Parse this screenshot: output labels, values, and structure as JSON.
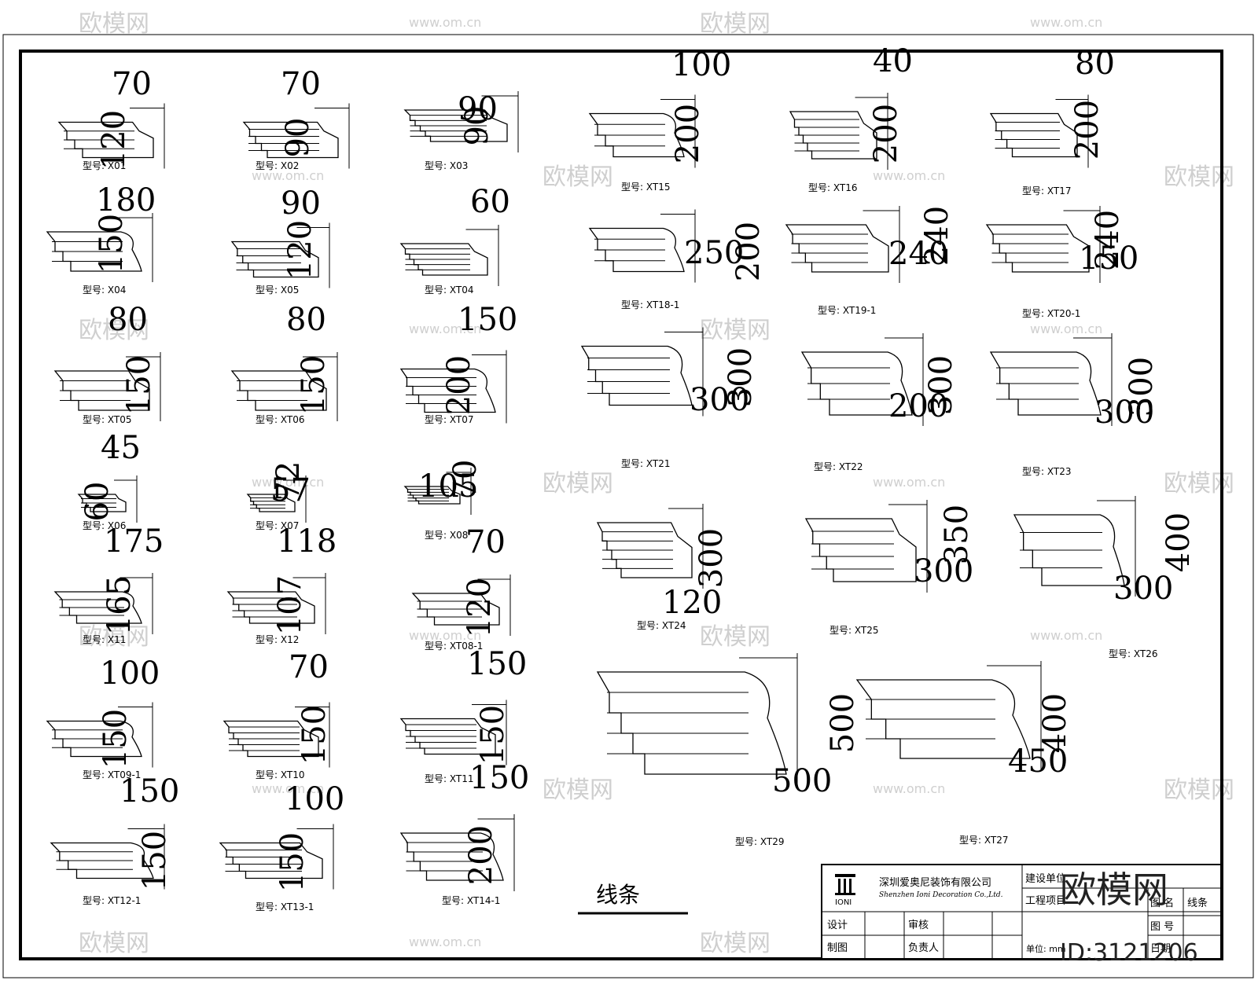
{
  "watermark": {
    "brand": "欧模网",
    "site": "www.om.cn",
    "id": "ID:3121206"
  },
  "drawing_title": "线条",
  "profiles": [
    {
      "code": "型号: X01",
      "dims": [
        "70",
        "120"
      ]
    },
    {
      "code": "型号: X02",
      "dims": [
        "70",
        "90"
      ]
    },
    {
      "code": "型号: X03",
      "dims": [
        "90",
        "90"
      ]
    },
    {
      "code": "型号: X04",
      "dims": [
        "180",
        "150"
      ]
    },
    {
      "code": "型号: X05",
      "dims": [
        "90",
        "120"
      ]
    },
    {
      "code": "型号: XT04",
      "dims": [
        "60"
      ]
    },
    {
      "code": "型号: XT05",
      "dims": [
        "80",
        "150"
      ]
    },
    {
      "code": "型号: XT06",
      "dims": [
        "80",
        "150"
      ]
    },
    {
      "code": "型号: XT07",
      "dims": [
        "150",
        "200"
      ]
    },
    {
      "code": "型号: X06",
      "dims": [
        "45",
        "60"
      ]
    },
    {
      "code": "型号: X07",
      "dims": [
        "57",
        "72"
      ]
    },
    {
      "code": "型号: X08",
      "dims": [
        "105",
        "70"
      ]
    },
    {
      "code": "型号: X11",
      "dims": [
        "175",
        "165"
      ]
    },
    {
      "code": "型号: X12",
      "dims": [
        "118",
        "107"
      ]
    },
    {
      "code": "型号: XT08-1",
      "dims": [
        "70",
        "120"
      ]
    },
    {
      "code": "型号: XT09-1",
      "dims": [
        "100",
        "150"
      ]
    },
    {
      "code": "型号: XT10",
      "dims": [
        "70",
        "150"
      ]
    },
    {
      "code": "型号: XT11",
      "dims": [
        "150",
        "150"
      ]
    },
    {
      "code": "型号: XT12-1",
      "dims": [
        "150",
        "150"
      ]
    },
    {
      "code": "型号: XT13-1",
      "dims": [
        "100",
        "150"
      ]
    },
    {
      "code": "型号: XT14-1",
      "dims": [
        "150",
        "200"
      ]
    },
    {
      "code": "型号: XT15",
      "dims": [
        "100",
        "200"
      ]
    },
    {
      "code": "型号: XT16",
      "dims": [
        "40",
        "200"
      ]
    },
    {
      "code": "型号: XT17",
      "dims": [
        "80",
        "200"
      ]
    },
    {
      "code": "型号: XT18-1",
      "dims": [
        "250",
        "200"
      ]
    },
    {
      "code": "型号: XT19-1",
      "dims": [
        "240",
        "240"
      ]
    },
    {
      "code": "型号: XT20-1",
      "dims": [
        "150",
        "240"
      ]
    },
    {
      "code": "型号: XT21",
      "dims": [
        "300",
        "300"
      ]
    },
    {
      "code": "型号: XT22",
      "dims": [
        "200",
        "300"
      ]
    },
    {
      "code": "型号: XT23",
      "dims": [
        "300",
        "300"
      ]
    },
    {
      "code": "型号: XT24",
      "dims": [
        "120",
        "300"
      ]
    },
    {
      "code": "型号: XT25",
      "dims": [
        "300",
        "350"
      ]
    },
    {
      "code": "型号: XT26",
      "dims": [
        "300",
        "400"
      ]
    },
    {
      "code": "型号: XT29",
      "dims": [
        "500",
        "500"
      ]
    },
    {
      "code": "型号: XT27",
      "dims": [
        "450",
        "400"
      ]
    }
  ],
  "title_block": {
    "company_cn": "深圳爱奥尼装饰有限公司",
    "company_en": "Shenzhen Ioni Decoration Co.,Ltd.",
    "logo_text": "IONI",
    "client_label": "建设单位",
    "project_label": "工程项目",
    "design_label": "设计",
    "review_label": "审核",
    "draw_label": "制图",
    "lead_label": "负责人",
    "drawing_name_label": "图 名",
    "drawing_name_value": "线条",
    "drawing_no_label": "图 号",
    "date_label": "日期",
    "unit_label": "单位: mm"
  }
}
